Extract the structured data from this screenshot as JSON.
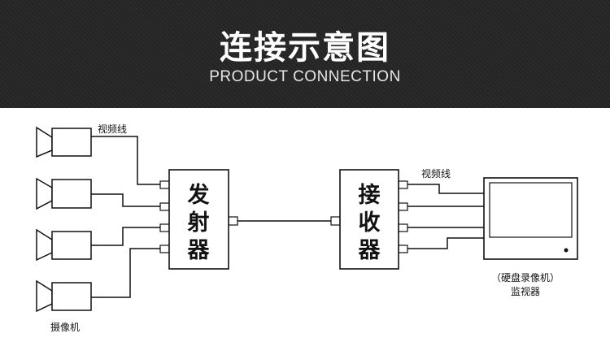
{
  "header": {
    "title_cn": "连接示意图",
    "title_en": "PRODUCT CONNECTION"
  },
  "diagram": {
    "transmitter": [
      "发",
      "射",
      "器"
    ],
    "receiver": [
      "接",
      "收",
      "器"
    ],
    "label_video_cable_left": "视频线",
    "label_video_cable_right": "视频线",
    "label_cameras": "摄像机",
    "label_monitor_line1": "（硬盘录像机）",
    "label_monitor_line2": "监视器"
  }
}
